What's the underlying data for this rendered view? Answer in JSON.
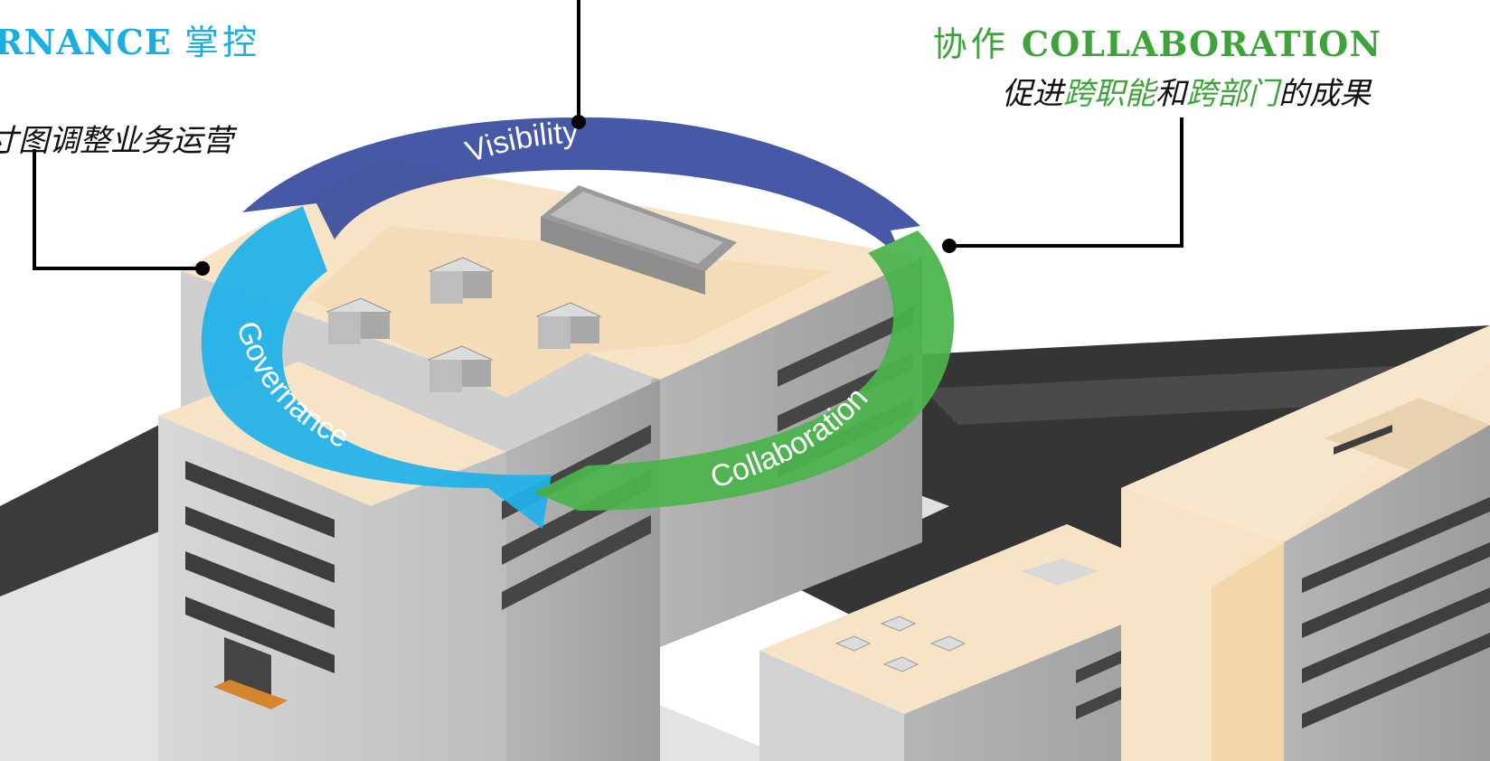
{
  "governance": {
    "heading": "RNANCE",
    "heading_cjk": "掌控",
    "description": "图调整业务运营",
    "description_cut": "寸",
    "color": "#1aaee3"
  },
  "collaboration": {
    "heading_cjk": "协作",
    "heading": "COLLABORATION",
    "description": {
      "part1": "促进",
      "highlight1": "跨职能",
      "part2": "和",
      "highlight2": "跨部门",
      "part3": "的成果"
    },
    "color": "#3fa33c",
    "highlight_color": "#3fa33c"
  },
  "cycle": {
    "labels": {
      "visibility": "Visibility",
      "governance": "Governance",
      "collaboration": "Collaboration"
    },
    "colors": {
      "visibility": "#3a4da0",
      "governance": "#1fb2ea",
      "collaboration": "#4ab44b"
    }
  },
  "background": {
    "scene": "isometric-office-buildings",
    "colors": {
      "roof": "#f8e4c8",
      "wall": "#c9c9c9",
      "road": "#3a3a3a",
      "ground": "#e6e6e6"
    }
  }
}
